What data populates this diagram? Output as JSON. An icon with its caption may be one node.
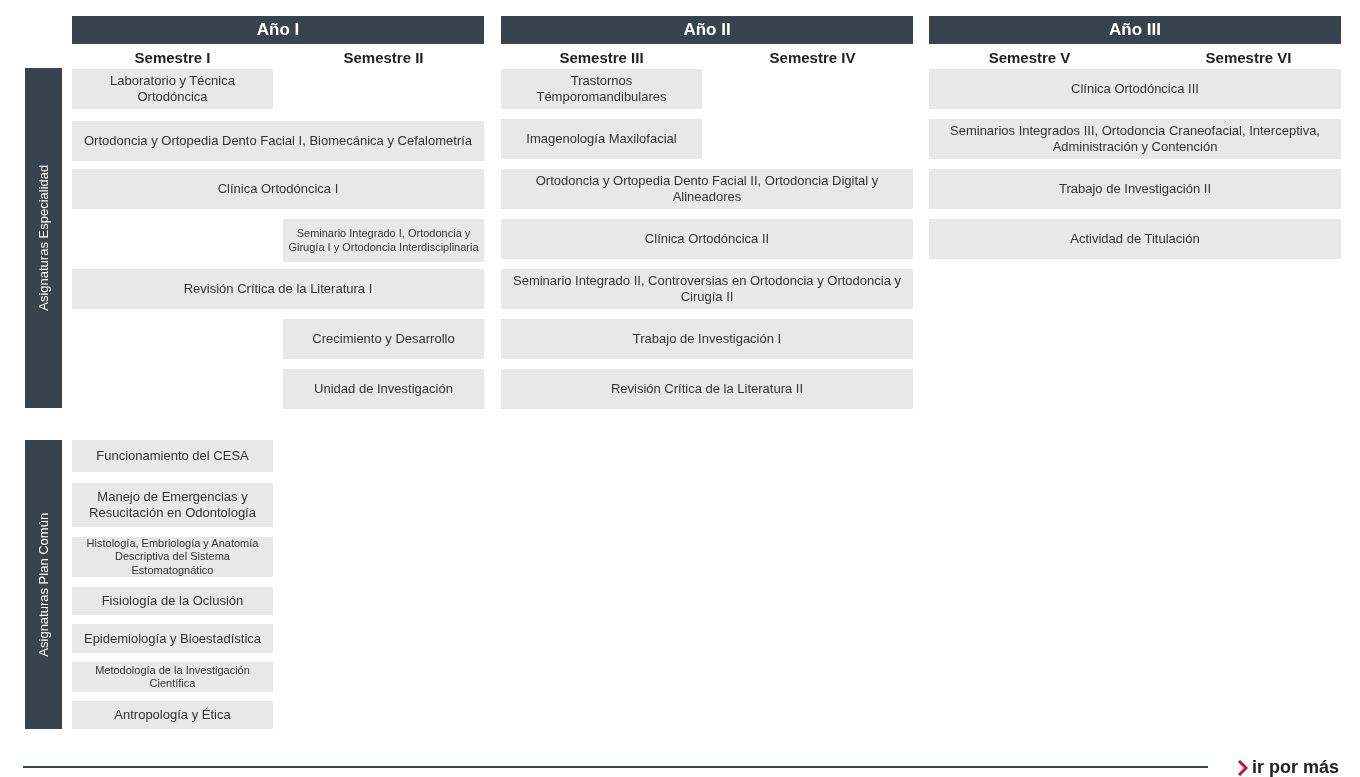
{
  "diagram": {
    "nodes": [
      {
        "text": [
          "Año I"
        ]
      },
      {
        "text": [
          "Año II"
        ]
      },
      {
        "text": [
          "Año III"
        ]
      },
      {
        "text": [
          "Asignaturas Especialidad"
        ]
      },
      {
        "text": [
          "Laboratorio y Técnica Ortodóncica"
        ]
      },
      {
        "text": [
          "Ortodoncia y Ortopedia Dento Facial I, Biomecánica y Cefalometría"
        ]
      },
      {
        "text": [
          "Clínica Ortodóncica I"
        ]
      },
      {
        "text": [
          "Seminario Integrado I, Ortodoncia y Girugía I y Ortodoncia Interdisciplinaria"
        ]
      },
      {
        "text": [
          "Revisión Crítica de la Literatura I"
        ]
      },
      {
        "text": [
          "Crecimiento y Desarrollo"
        ]
      },
      {
        "text": [
          "Unidad de Investigación"
        ]
      },
      {
        "text": [
          "Trastornos Témporomandibulares"
        ]
      },
      {
        "text": [
          "Imagenología Maxilofacial"
        ]
      },
      {
        "text": [
          "Ortodoncia y Ortopedia Dento Facial II, Ortodoncia Digital y Alineadores"
        ]
      },
      {
        "text": [
          "Clínica Ortodóncica II"
        ]
      },
      {
        "text": [
          "Seminario Integrado II, Controversias en Ortodoncia y Ortodoncia y Cirugía II"
        ]
      },
      {
        "text": [
          "Trabajo de Investigación I"
        ]
      },
      {
        "text": [
          "Revisión Crítica de la Literatura II"
        ]
      },
      {
        "text": [
          "Clínica Ortodóncica III"
        ]
      },
      {
        "text": [
          "Seminarios Integrados III, Ortodoncia Craneofacial, Interceptiva, Administración y Contención"
        ]
      },
      {
        "text": [
          "Trabajo de Investigación II"
        ]
      },
      {
        "text": [
          "Actividad de Titulación"
        ]
      },
      {
        "text": [
          "Asignaturas Plan Común"
        ]
      },
      {
        "text": [
          "Funcionamiento del CESA"
        ]
      },
      {
        "text": [
          "Manejo de Emergencias y Resucitación en Odontología"
        ]
      },
      {
        "text": [
          "Histología, Embriología y Anatomía Descriptiva del Sistema Estomatognático"
        ]
      },
      {
        "text": [
          "Fisiología de la Oclusión"
        ]
      },
      {
        "text": [
          "Epidemiología y Bioestadística"
        ]
      },
      {
        "text": [
          "Metodología de la Investigación Científica"
        ]
      },
      {
        "text": [
          "Antropología y Ética"
        ]
      }
    ],
    "labels": [
      "Semestre I",
      "Semestre II",
      "Semestre III",
      "Semestre IV",
      "Semestre V",
      "Semestre VI",
      "ir por más"
    ]
  }
}
